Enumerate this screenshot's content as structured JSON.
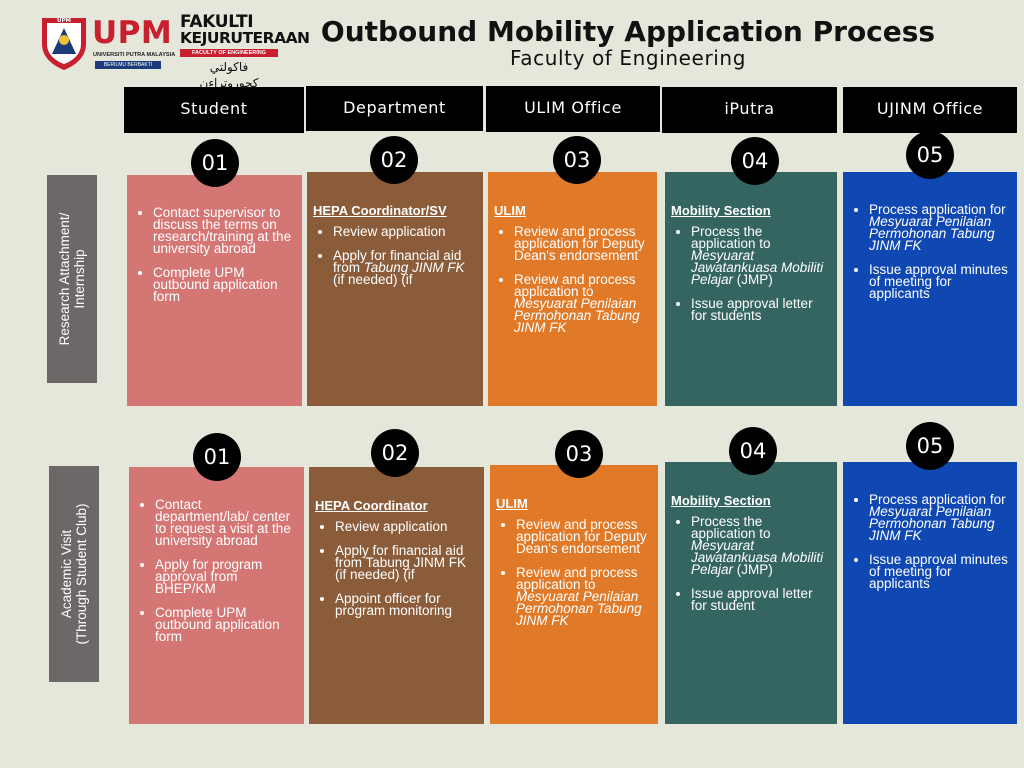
{
  "logos": {
    "upm_word": "UPM",
    "upm_crest_text": "UPM",
    "upm_sub": "UNIVERSITI PUTRA MALAYSIA",
    "upm_motto": "BERILMU BERBAKTI",
    "fk_line1": "FAKULTI",
    "fk_line2": "KEJURUTERAAN",
    "fk_bar": "FACULTY OF ENGINEERING",
    "fk_jawi": "فاكولتي كجوروترا‌ءن"
  },
  "title": "Outbound Mobility Application Process",
  "subtitle": "Faculty of Engineering",
  "columns": [
    "Student",
    "Department",
    "ULIM Office",
    "iPutra",
    "UJINM Office"
  ],
  "rows": [
    {
      "label": "Research Attachment/\nInternship",
      "steps": [
        "01",
        "02",
        "03",
        "04",
        "05"
      ],
      "cells": [
        {
          "head": "",
          "items": [
            {
              "t": "Contact supervisor to discuss the terms on research/training at the university abroad"
            },
            {
              "t": "Complete UPM outbound application form"
            }
          ]
        },
        {
          "head": "HEPA Coordinator/SV",
          "items": [
            {
              "t": "Review application"
            },
            {
              "pre": "Apply for financial aid from ",
              "em": "Tabung JINM FK",
              "post": " (if needed) (if"
            }
          ]
        },
        {
          "head": "ULIM",
          "items": [
            {
              "t": "Review and process application for Deputy Dean's endorsement"
            },
            {
              "pre": "Review and process application to ",
              "em": "Mesyuarat Penilaian Permohonan Tabung JINM FK",
              "post": ""
            }
          ]
        },
        {
          "head": "Mobility Section",
          "items": [
            {
              "pre": "Process the application to ",
              "em": "Mesyuarat Jawatankuasa Mobiliti Pelajar",
              "post": " (JMP)"
            },
            {
              "t": "Issue approval letter for students"
            }
          ]
        },
        {
          "head": "",
          "items": [
            {
              "pre": "Process application for ",
              "em": "Mesyuarat Penilaian Permohonan Tabung JINM FK",
              "post": ""
            },
            {
              "t": "Issue approval minutes of meeting for applicants"
            }
          ]
        }
      ]
    },
    {
      "label": "Academic Visit\n(Through Student Club)",
      "steps": [
        "01",
        "02",
        "03",
        "04",
        "05"
      ],
      "cells": [
        {
          "head": "",
          "items": [
            {
              "t": "Contact department/lab/ center to request a visit at the university abroad"
            },
            {
              "t": "Apply for program approval from BHEP/KM"
            },
            {
              "t": "Complete UPM outbound application form"
            }
          ]
        },
        {
          "head": "HEPA Coordinator",
          "items": [
            {
              "t": "Review application"
            },
            {
              "t": "Apply for financial aid from Tabung JINM FK (if needed) (if"
            },
            {
              "t": "Appoint officer for program monitoring"
            }
          ]
        },
        {
          "head": "ULIM",
          "items": [
            {
              "t": "Review and process application for Deputy Dean's endorsement"
            },
            {
              "pre": "Review and process application to ",
              "em": "Mesyuarat Penilaian Permohonan Tabung JINM FK",
              "post": ""
            }
          ]
        },
        {
          "head": "Mobility Section",
          "items": [
            {
              "pre": "Process the application to ",
              "em": "Mesyuarat Jawatankuasa Mobiliti Pelajar",
              "post": " (JMP)"
            },
            {
              "t": "Issue approval letter for student"
            }
          ]
        },
        {
          "head": "",
          "items": [
            {
              "pre": "Process application for ",
              "em": "Mesyuarat Penilaian Permohonan Tabung JINM FK",
              "post": ""
            },
            {
              "t": "Issue approval minutes of meeting for applicants"
            }
          ]
        }
      ]
    }
  ]
}
